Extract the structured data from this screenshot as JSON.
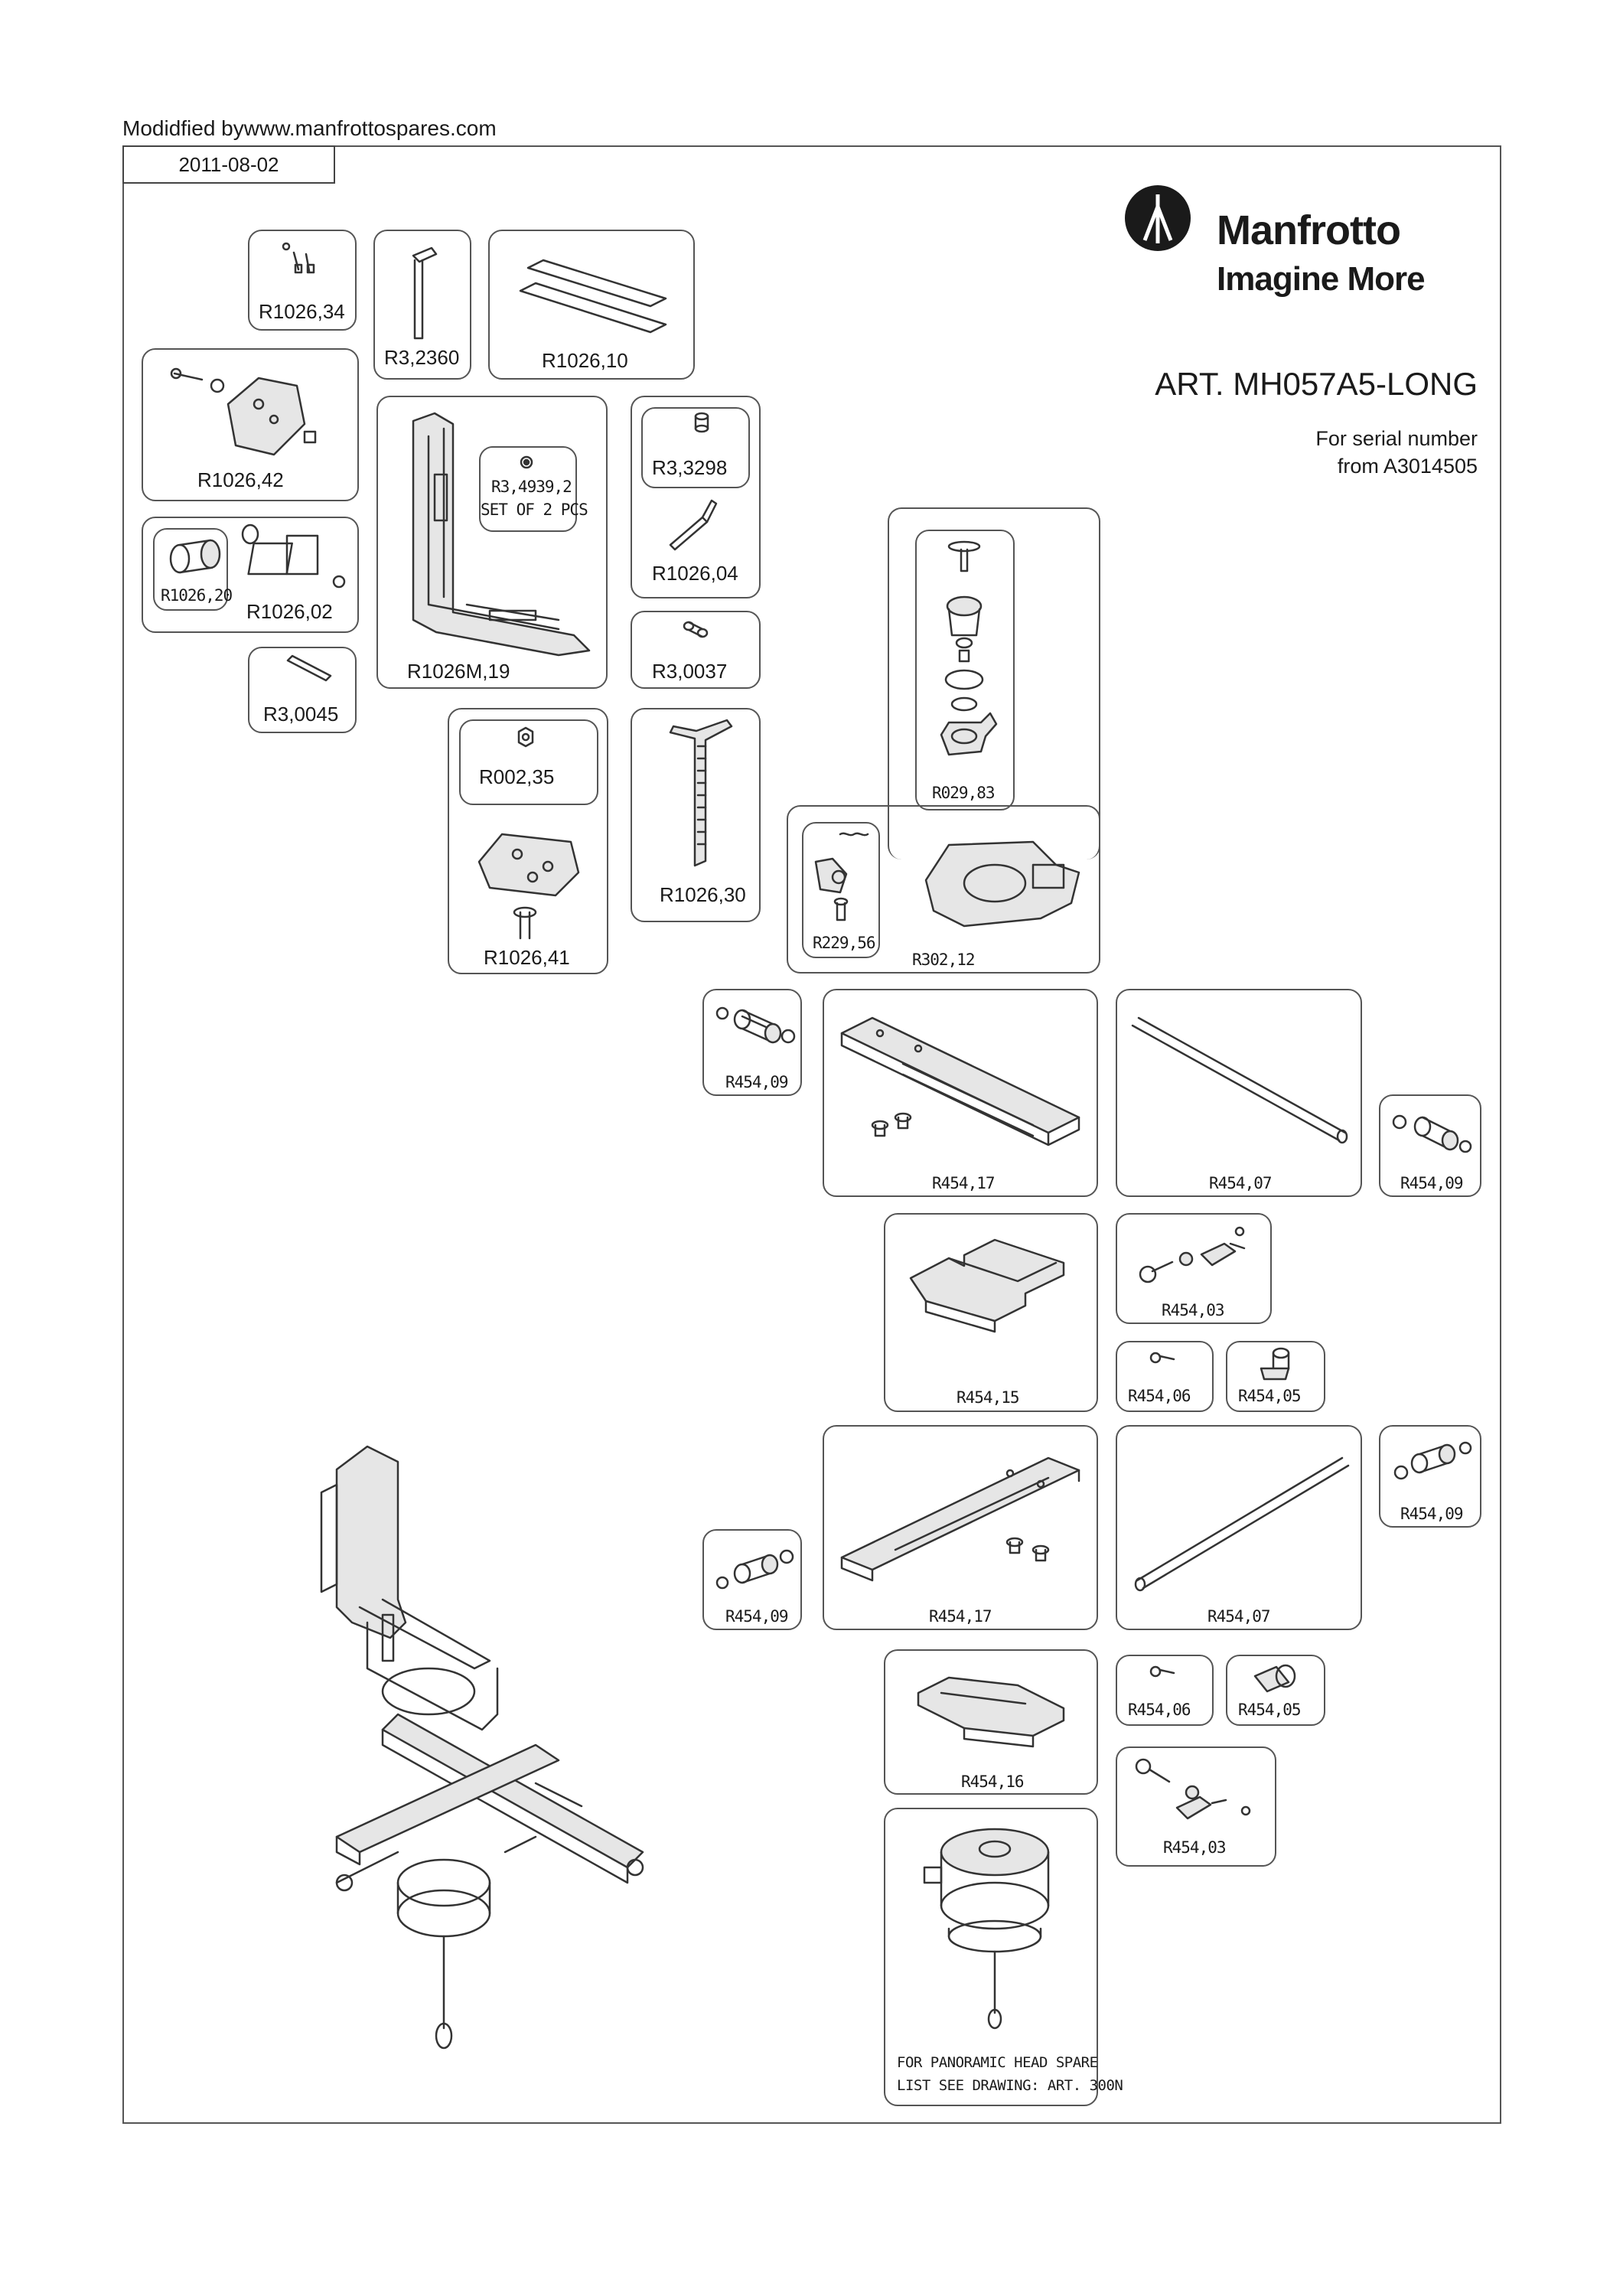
{
  "header": {
    "modified_by": "Modidfied bywww.manfrottospares.com",
    "date": "2011-08-02"
  },
  "brand": {
    "name": "Manfrotto",
    "tagline": "Imagine More"
  },
  "article": {
    "title": "ART. MH057A5-LONG",
    "serial_line1": "For serial number",
    "serial_line2": "from A3014505"
  },
  "parts": {
    "r1026_34": "R1026,34",
    "r3_2360": "R3,2360",
    "r1026_10": "R1026,10",
    "r1026_42": "R1026,42",
    "r1026_20": "R1026,20",
    "r1026_02": "R1026,02",
    "r3_0045": "R3,0045",
    "r1026m_19": "R1026M,19",
    "r3_4939_2": "R3,4939,2",
    "set_of_2": "SET OF 2 PCS",
    "r3_3298": "R3,3298",
    "r1026_04": "R1026,04",
    "r3_0037": "R3,0037",
    "r002_35": "R002,35",
    "r1026_41": "R1026,41",
    "r1026_30": "R1026,30",
    "r029_83": "R029,83",
    "r229_56": "R229,56",
    "r302_12": "R302,12",
    "r454_09_a": "R454,09",
    "r454_17_a": "R454,17",
    "r454_07_a": "R454,07",
    "r454_09_b": "R454,09",
    "r454_15": "R454,15",
    "r454_03_a": "R454,03",
    "r454_06_a": "R454,06",
    "r454_05_a": "R454,05",
    "r454_09_c": "R454,09",
    "r454_09_d": "R454,09",
    "r454_17_b": "R454,17",
    "r454_07_b": "R454,07",
    "r454_06_b": "R454,06",
    "r454_05_b": "R454,05",
    "r454_16": "R454,16",
    "r454_03_b": "R454,03"
  },
  "panoramic_note": {
    "line1": "FOR PANORAMIC HEAD SPARE",
    "line2": "LIST SEE DRAWING: ART. 300N"
  }
}
